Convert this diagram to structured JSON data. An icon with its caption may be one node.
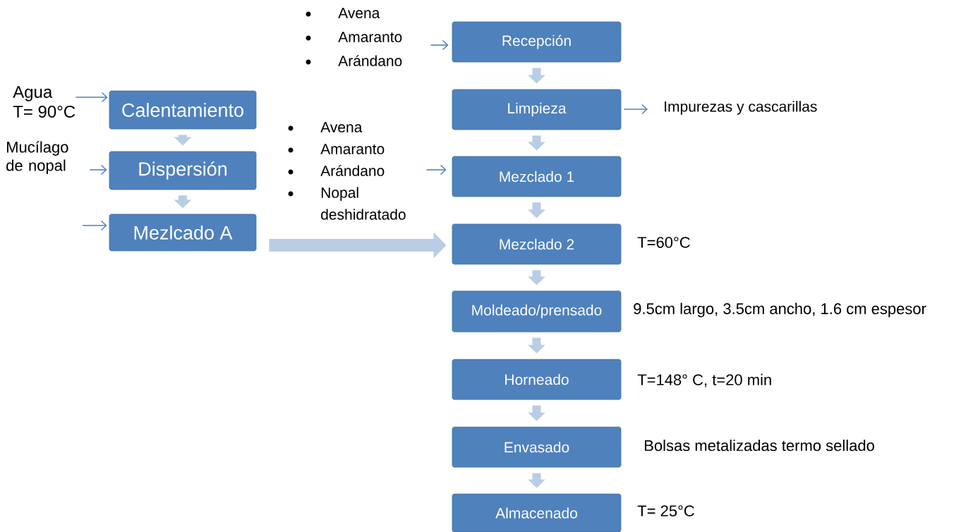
{
  "diagram": {
    "nodes": [
      {
        "text": [
          "Agua",
          "T= 90°C"
        ]
      },
      {
        "text": [
          "Calentamiento"
        ]
      },
      {
        "text": [
          "Mucílago de nopal"
        ]
      },
      {
        "text": [
          "Dispersión"
        ]
      },
      {
        "text": [
          "Mezlcado A"
        ]
      },
      {
        "text": [
          "Avena",
          "Amaranto",
          "Arándano"
        ]
      },
      {
        "text": [
          "Recepción"
        ]
      },
      {
        "text": [
          "Limpieza"
        ]
      },
      {
        "text": [
          "Impurezas y cascarillas"
        ]
      },
      {
        "text": [
          "Avena",
          "Amaranto",
          "Arándano",
          "Nopal deshidratado"
        ]
      },
      {
        "text": [
          "Mezclado 1"
        ]
      },
      {
        "text": [
          "Mezclado 2"
        ],
        "beside": [
          "T=60°C"
        ]
      },
      {
        "text": [
          "Moldeado/prensado"
        ],
        "beside": [
          "9.5cm largo, 3.5cm ancho, 1.6 cm espesor"
        ]
      },
      {
        "text": [
          "Horneado"
        ],
        "beside": [
          "T=148° C, t=20 min"
        ]
      },
      {
        "text": [
          "Envasado"
        ],
        "beside": [
          "Bolsas metalizadas termo sellado"
        ]
      },
      {
        "text": [
          "Almacenado"
        ],
        "beside": [
          "T= 25°C"
        ]
      }
    ],
    "edges": [
      {
        "from": 0,
        "to": 1,
        "arrow": "to",
        "color": "#4f81bd"
      },
      {
        "from": 1,
        "to": 3,
        "arrow": "to"
      },
      {
        "from": 2,
        "to": 3,
        "arrow": "to",
        "color": "#4f81bd"
      },
      {
        "from": 3,
        "to": 4,
        "arrow": "to"
      },
      {
        "from": null,
        "to": 4,
        "arrow": "to",
        "color": "#4f81bd"
      },
      {
        "from": 4,
        "to": 11,
        "arrow": "to"
      },
      {
        "from": 5,
        "to": 6,
        "arrow": "to",
        "color": "#4f81bd"
      },
      {
        "from": 6,
        "to": 7,
        "arrow": "to"
      },
      {
        "from": 7,
        "to": 8,
        "arrow": "to",
        "color": "#4f81bd"
      },
      {
        "from": 7,
        "to": 10,
        "arrow": "to"
      },
      {
        "from": 9,
        "to": 10,
        "arrow": "to",
        "color": "#4f81bd"
      },
      {
        "from": 10,
        "to": 11,
        "arrow": "to"
      },
      {
        "from": 11,
        "to": 12,
        "arrow": "to"
      },
      {
        "from": 12,
        "to": 13,
        "arrow": "to"
      },
      {
        "from": 13,
        "to": 14,
        "arrow": "to"
      },
      {
        "from": 14,
        "to": 15,
        "arrow": "to"
      }
    ]
  }
}
